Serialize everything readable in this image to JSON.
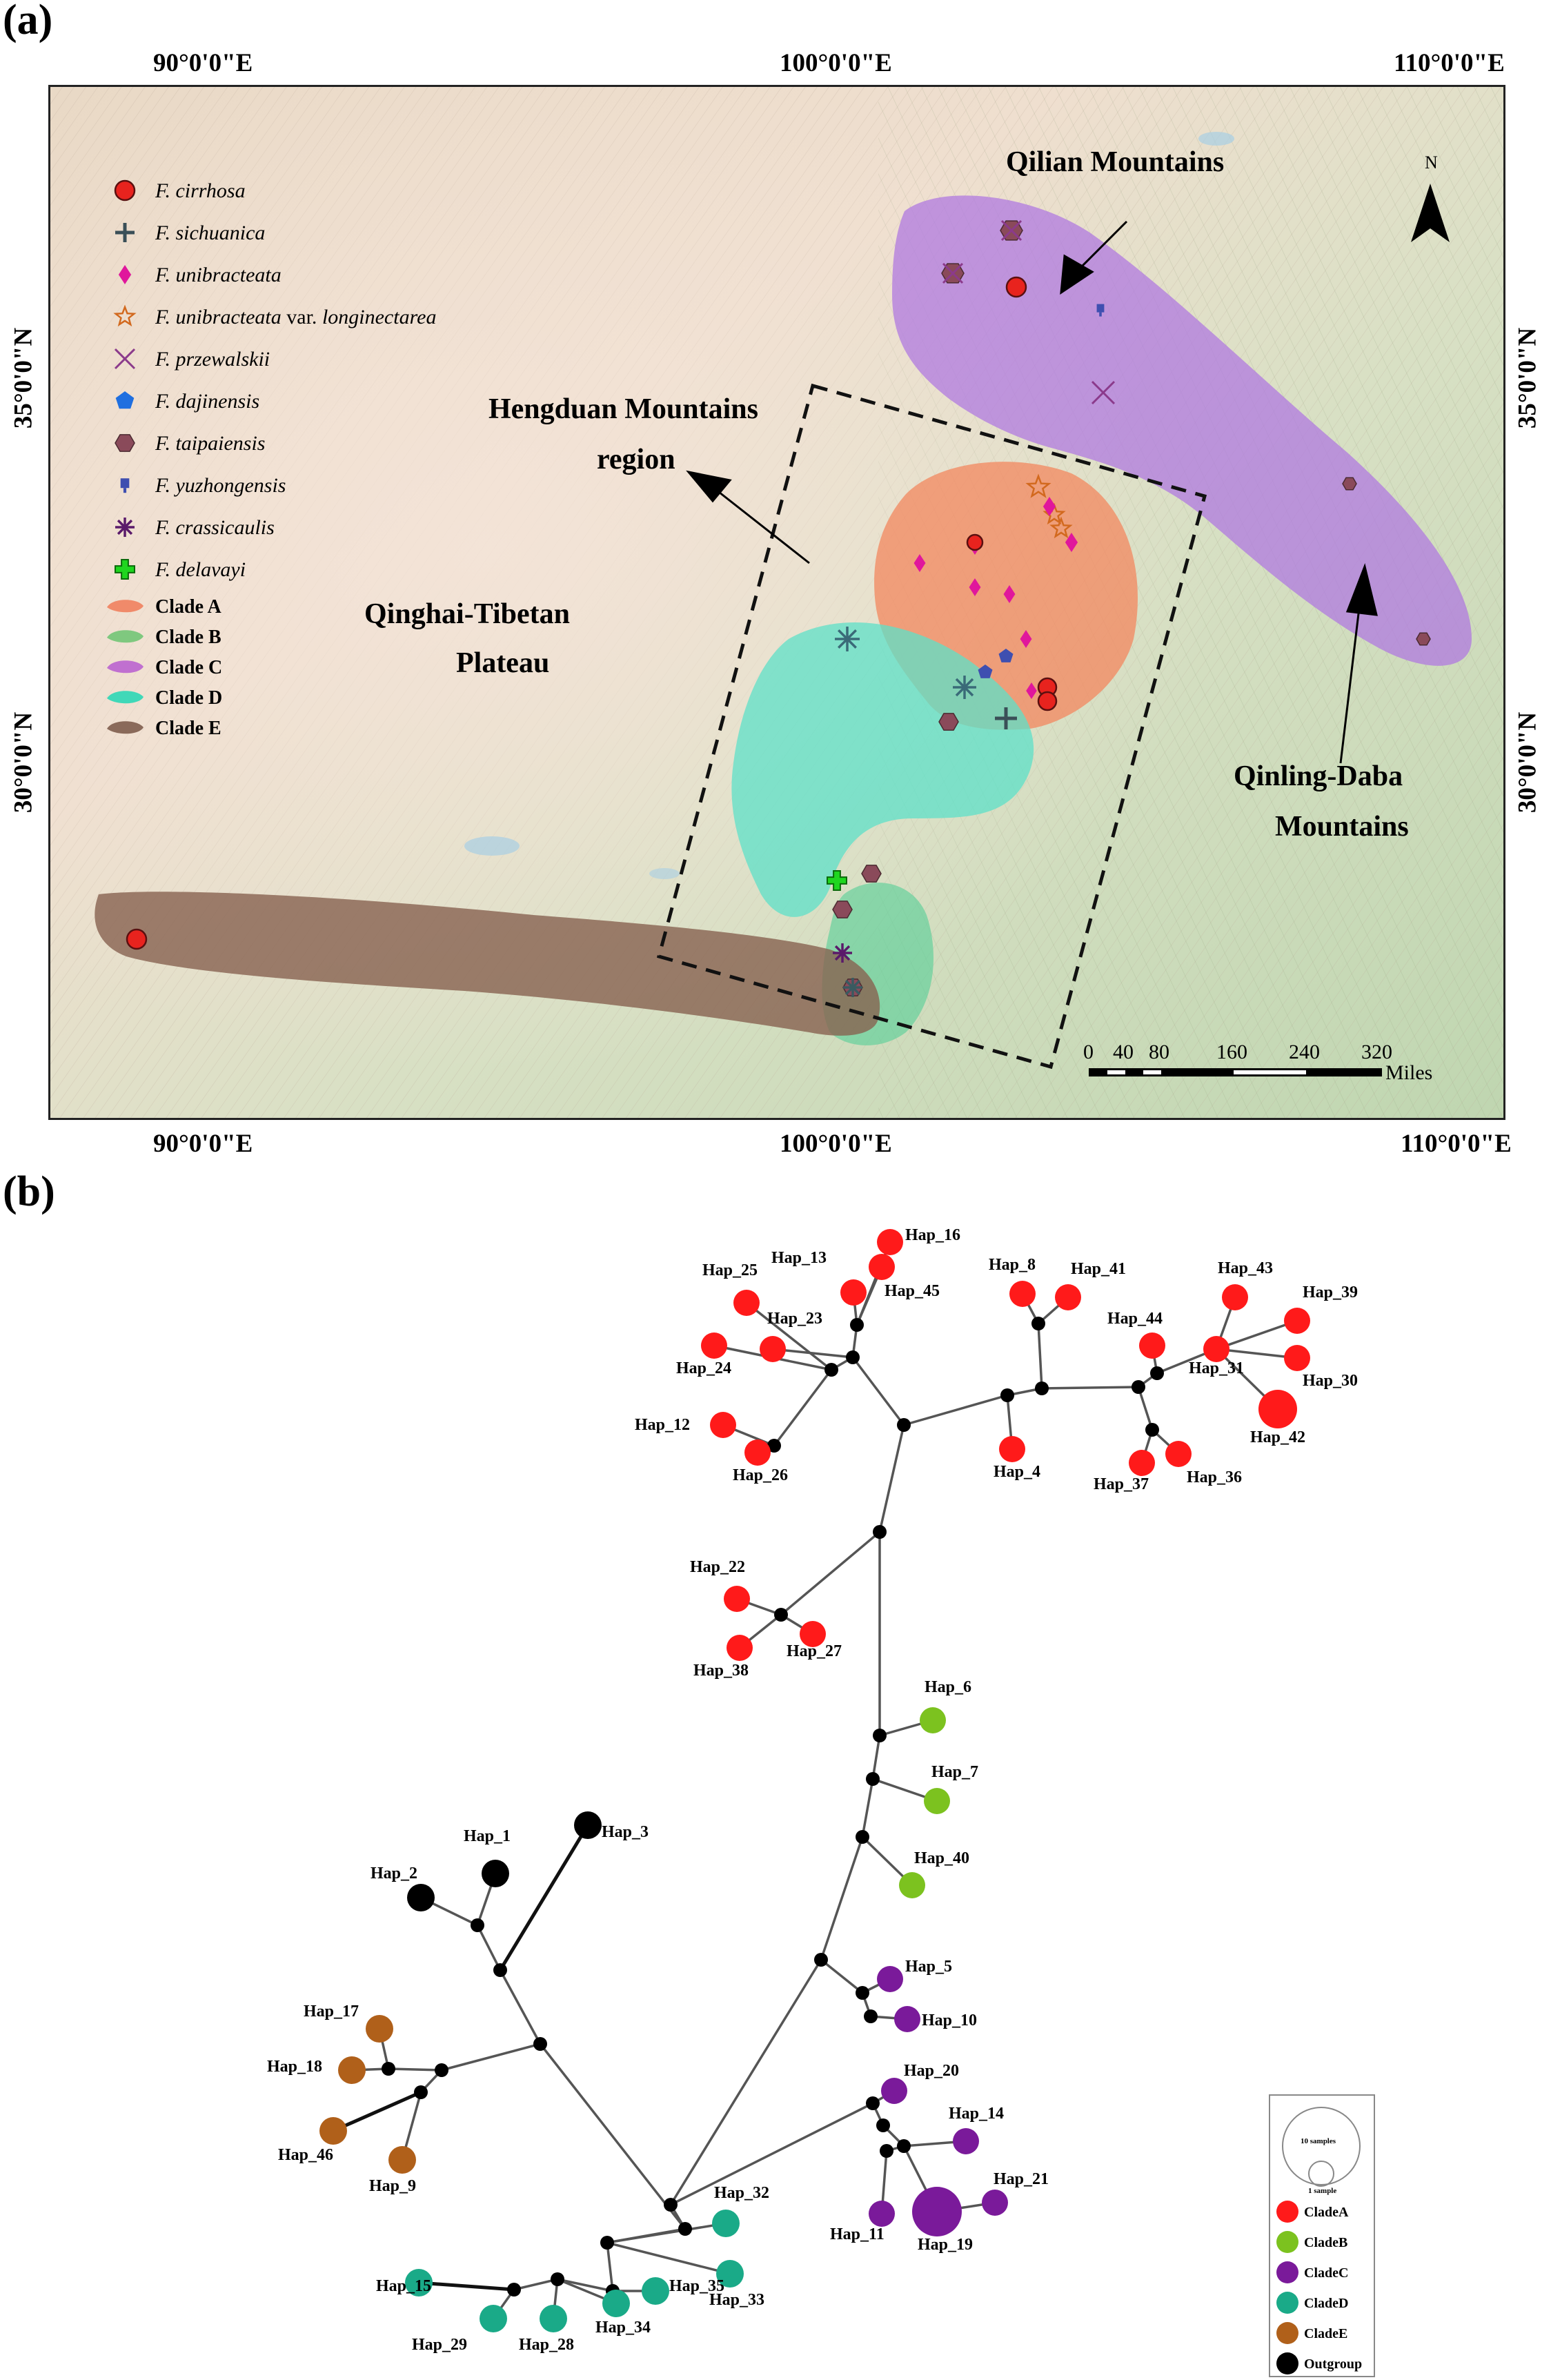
{
  "panel_a": {
    "label": "(a)",
    "top_ticks": [
      "90°0'0\"E",
      "100°0'0\"E",
      "110°0'0\"E"
    ],
    "bottom_ticks": [
      "90°0'0\"E",
      "100°0'0\"E",
      "110°0'0\"E"
    ],
    "left_ticks": [
      "35°0'0\"N",
      "30°0'0\"N"
    ],
    "right_ticks": [
      "35°0'0\"N",
      "30°0'0\"N"
    ],
    "north_label": "N",
    "regions": {
      "qilian": "Qilian Mountains",
      "hengduan_line1": "Hengduan Mountains",
      "hengduan_line2": "region",
      "qinghai_line1": "Qinghai-Tibetan",
      "qinghai_line2": "Plateau",
      "qinling_line1": "Qinling-Daba",
      "qinling_line2": "Mountains"
    },
    "legend_species": [
      {
        "name": "F. cirrhosa",
        "suffix": "",
        "symbol": "circle",
        "color": "#e8231e"
      },
      {
        "name": "F. sichuanica",
        "suffix": "",
        "symbol": "plus",
        "color": "#3a4f57"
      },
      {
        "name": "F. unibracteata",
        "suffix": "",
        "symbol": "diamond",
        "color": "#e0179c"
      },
      {
        "name": "F. unibracteata",
        "suffix": " var. longinectarea",
        "symbol": "star",
        "color": "#d2691e"
      },
      {
        "name": "F. przewalskii",
        "suffix": "",
        "symbol": "x",
        "color": "#8b3a8b"
      },
      {
        "name": "F. dajinensis",
        "suffix": "",
        "symbol": "pentagon",
        "color": "#1f6fe0"
      },
      {
        "name": "F. taipaiensis",
        "suffix": "",
        "symbol": "hexagon",
        "color": "#8a4a5a"
      },
      {
        "name": "F. yuzhongensis",
        "suffix": "",
        "symbol": "pin",
        "color": "#3f4fb0"
      },
      {
        "name": "F. crassicaulis",
        "suffix": "",
        "symbol": "asterisk",
        "color": "#5a1a6a"
      },
      {
        "name": "F. delavayi",
        "suffix": "",
        "symbol": "greenplus",
        "color": "#1fd61f"
      }
    ],
    "legend_clades": [
      {
        "name": "Clade A",
        "color": "#f08a6a"
      },
      {
        "name": "Clade B",
        "color": "#7fc87f"
      },
      {
        "name": "Clade C",
        "color": "#c070d0"
      },
      {
        "name": "Clade D",
        "color": "#40d8b8"
      },
      {
        "name": "Clade E",
        "color": "#8a6a5a"
      }
    ],
    "scale_ticks": [
      "0",
      "40",
      "80",
      "160",
      "240",
      "320"
    ],
    "scale_unit": "Miles"
  },
  "panel_b": {
    "label": "(b)",
    "legend_size_large": "10 samples",
    "legend_size_small": "1 sample",
    "legend_items": [
      {
        "name": "CladeA",
        "color": "#ff1a1a"
      },
      {
        "name": "CladeB",
        "color": "#7cc21f"
      },
      {
        "name": "CladeC",
        "color": "#7a1a9a"
      },
      {
        "name": "CladeD",
        "color": "#1aaa88"
      },
      {
        "name": "CladeE",
        "color": "#b0601a"
      },
      {
        "name": "Outgroup",
        "color": "#000000"
      }
    ],
    "haplotype_labels": [
      "Hap_1",
      "Hap_2",
      "Hap_3",
      "Hap_4",
      "Hap_5",
      "Hap_6",
      "Hap_7",
      "Hap_8",
      "Hap_9",
      "Hap_10",
      "Hap_11",
      "Hap_12",
      "Hap_13",
      "Hap_14",
      "Hap_15",
      "Hap_16",
      "Hap_17",
      "Hap_18",
      "Hap_19",
      "Hap_20",
      "Hap_21",
      "Hap_22",
      "Hap_23",
      "Hap_24",
      "Hap_25",
      "Hap_26",
      "Hap_27",
      "Hap_28",
      "Hap_29",
      "Hap_30",
      "Hap_31",
      "Hap_32",
      "Hap_33",
      "Hap_34",
      "Hap_35",
      "Hap_36",
      "Hap_37",
      "Hap_38",
      "Hap_39",
      "Hap_40",
      "Hap_41",
      "Hap_42",
      "Hap_43",
      "Hap_44",
      "Hap_45",
      "Hap_46"
    ]
  }
}
